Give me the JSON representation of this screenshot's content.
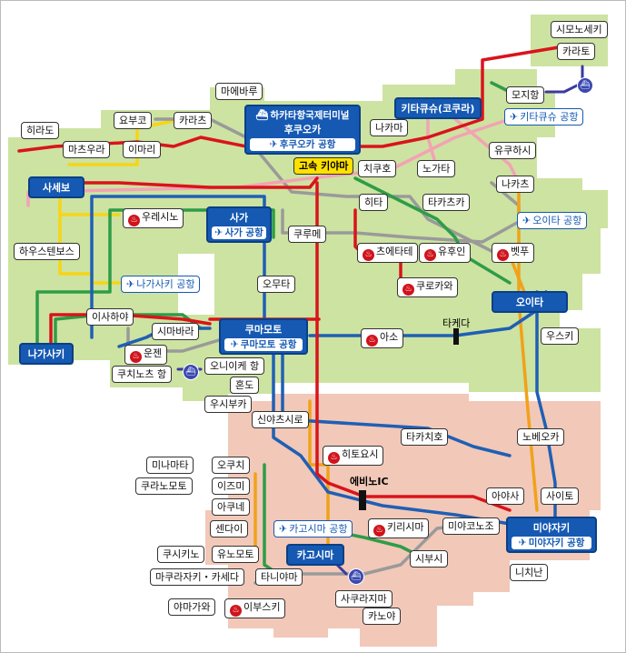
{
  "colors": {
    "land_green": "#cde3a1",
    "land_pink": "#f2c8b8",
    "red": "#d9141b",
    "blue": "#1f5fb5",
    "green": "#2e9c48",
    "yellow": "#f7d417",
    "pink": "#f2a3b3",
    "gray": "#9a9a9a",
    "orange": "#f0a21a",
    "purple": "#3a3aa0"
  },
  "labels": {
    "shimonoseki": "시모노세키",
    "karato": "카라토",
    "mojiko": "모지항",
    "kitakyushu_airport": "키타큐슈 공항",
    "yukuhashi": "유쿠하시",
    "kitakyushu_kokura": "키타큐슈(코쿠라)",
    "maebaru": "마에바루",
    "yobuko": "요부코",
    "karatsu": "카라츠",
    "hirado": "히라도",
    "matsuura": "마츠우라",
    "imari": "이마리",
    "hakata_port": "하카타항국제터미널",
    "fukuoka": "후쿠오카",
    "fukuoka_airport": "후쿠오카 공항",
    "nakama": "나카마",
    "kiyama": "고속 키야마",
    "chikuho": "치쿠호",
    "nogata": "노가타",
    "nakatsu": "나카츠",
    "sasebo": "사세보",
    "ureshino": "우레시노",
    "saga": "사가",
    "saga_airport": "사가 공항",
    "hita": "히타",
    "takatsuka": "타카츠카",
    "oita_airport": "오이타 공항",
    "kurume": "쿠루메",
    "tsuetate": "츠에타테",
    "yufuin": "유후인",
    "beppu": "벳푸",
    "huis_ten_bosch": "하우스텐보스",
    "nagasaki_airport": "나가사키 공항",
    "omuta": "오무타",
    "kurokawa": "쿠로카와",
    "oita": "오이타",
    "isahaya": "이사하야",
    "shimabara": "시마바라",
    "kumamoto": "쿠마모토",
    "kumamoto_airport": "쿠마모토 공항",
    "aso": "아소",
    "taketa": "타케다",
    "nagasaki": "나가사키",
    "unzen": "운젠",
    "oniike": "오니이케 항",
    "kuchinotsu": "쿠치노츠 항",
    "hondo": "혼도",
    "usuki": "우스키",
    "ushibuka": "우시부카",
    "shin_yatsushiro": "신야츠시로",
    "takachiho": "타카치호",
    "nobeoka": "노베오카",
    "hitoyoshi": "히토요시",
    "minamata": "미나마타",
    "okuchi": "오쿠치",
    "ebino_ic": "에비노IC",
    "kuranomoto": "쿠라노모토",
    "izumi": "이즈미",
    "aya": "아야사",
    "saito": "사이토",
    "akune": "아쿠네",
    "sendai": "센다이",
    "kagoshima_airport": "카고시마 공항",
    "kirishima": "키리시마",
    "miyakonojo": "미야코노조",
    "miyazaki": "미야자키",
    "miyazaki_airport": "미야자키 공항",
    "kushikino": "쿠시키노",
    "yunomoto": "유노모토",
    "kagoshima": "카고시마",
    "shibushi": "시부시",
    "makurazaki": "마쿠라자키・카세다",
    "taniyama": "타니야마",
    "nichinan": "니치난",
    "sakurajima": "사쿠라지마",
    "yamagawa": "야마가와",
    "ibusuki": "이부스키",
    "kanoya": "카노야"
  }
}
